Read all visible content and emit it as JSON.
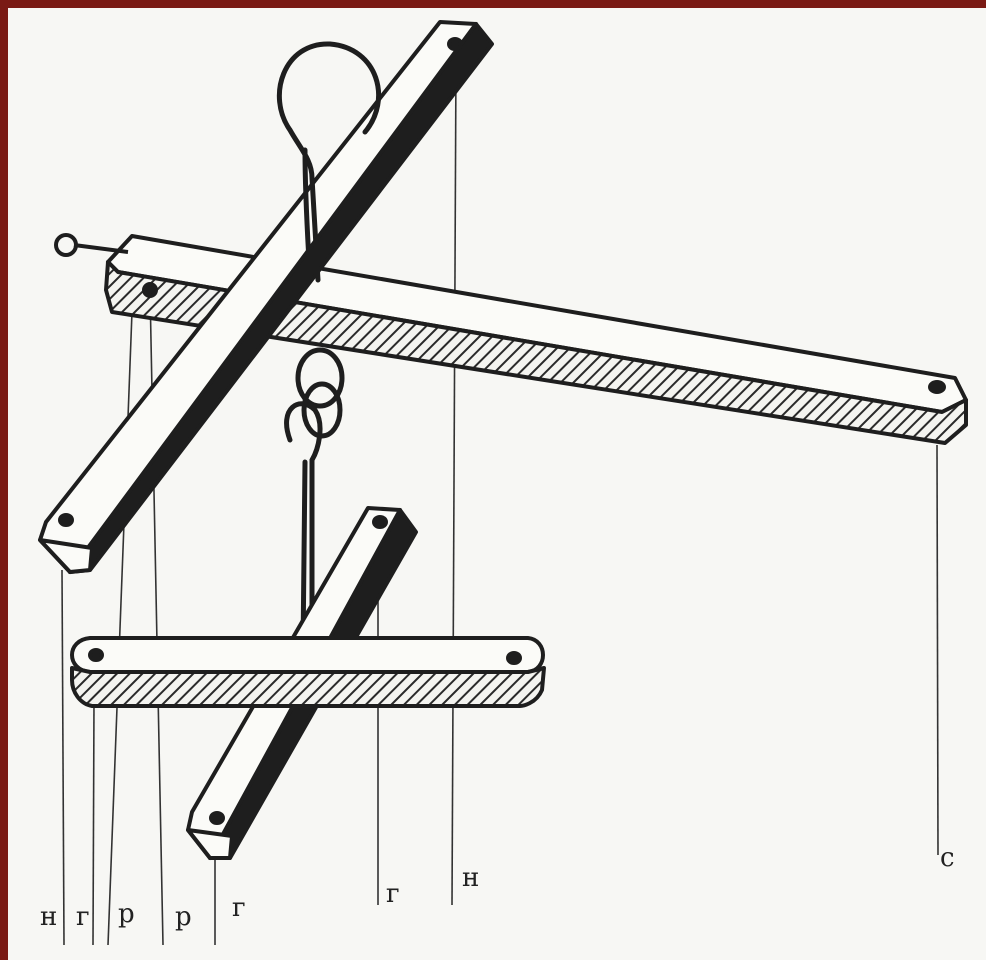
{
  "labels": {
    "n1": "н",
    "g1": "г",
    "p1": "р",
    "p2": "р",
    "g2": "г",
    "g3": "г",
    "n2": "н",
    "c": "с"
  },
  "colors": {
    "frame": "#7a1a14",
    "paper": "#f7f7f4",
    "ink": "#1e1e1e",
    "hatch": "#2a2a2a"
  }
}
